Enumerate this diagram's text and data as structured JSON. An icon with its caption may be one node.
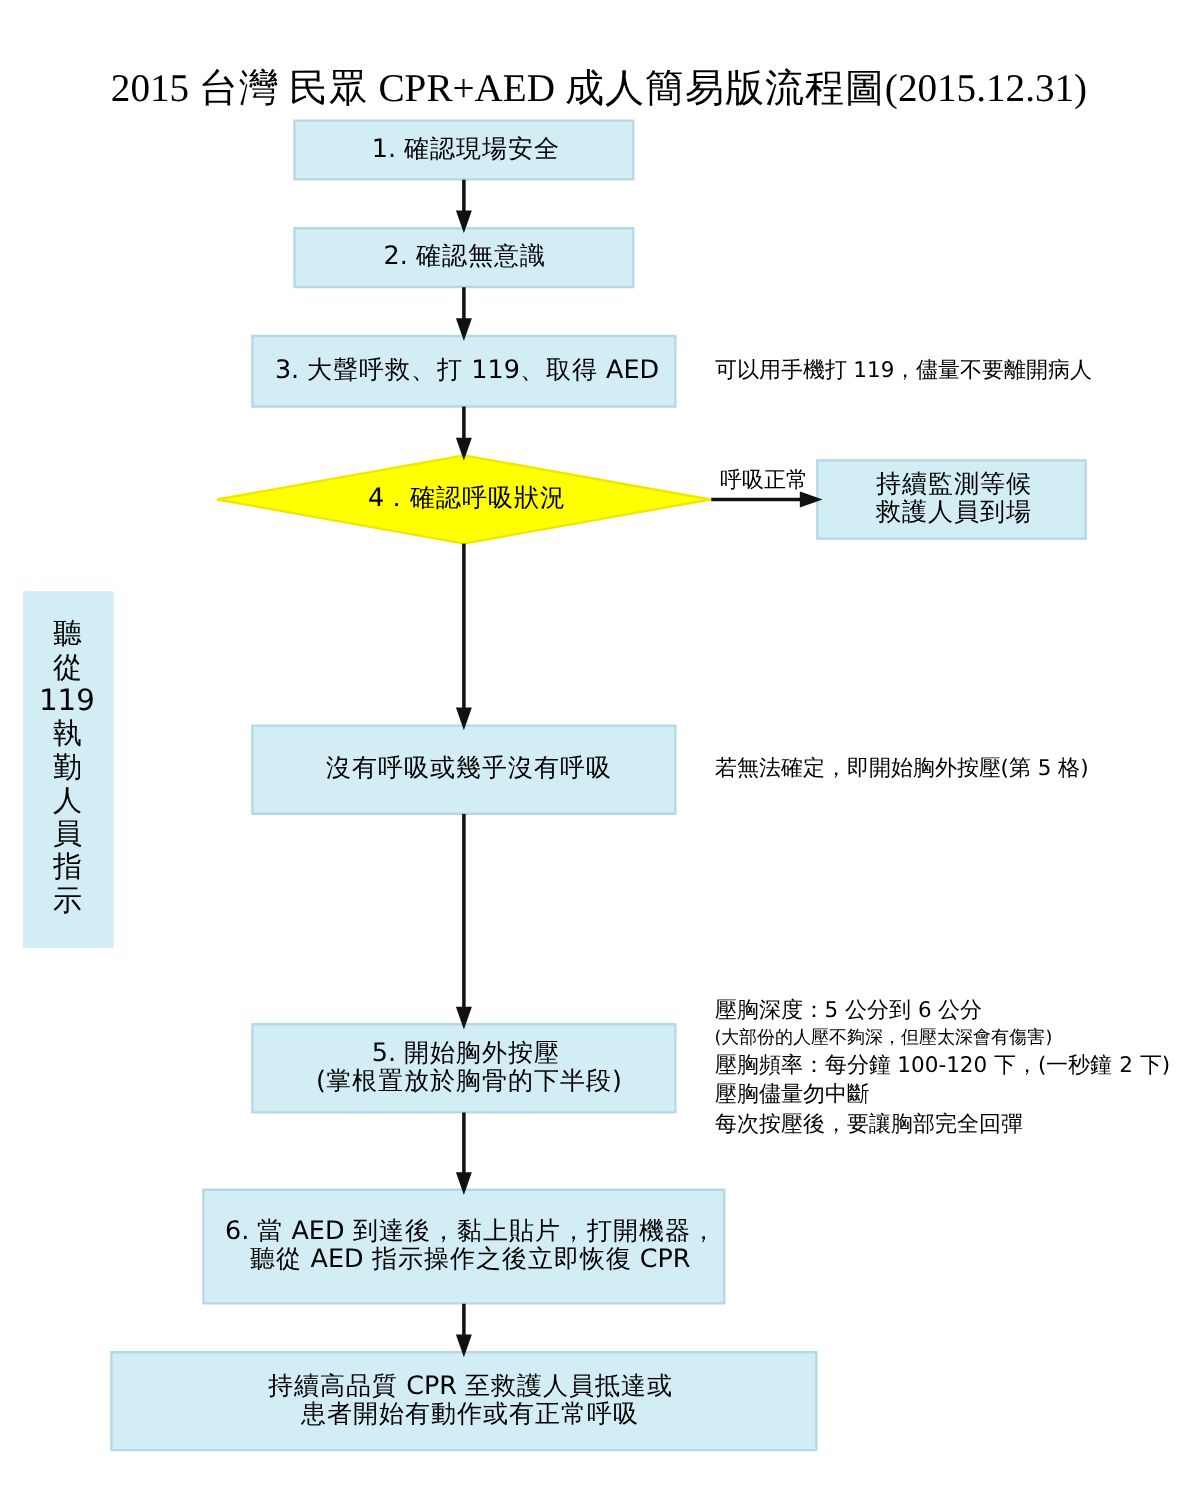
{
  "diagram": {
    "title": "2015 台灣 民眾 CPR+AED 成人簡易版流程圖(2015.12.31)",
    "nodes": [
      {
        "text": [
          "1. 確認現場安全"
        ]
      },
      {
        "text": [
          "2. 確認無意識"
        ]
      },
      {
        "text": [
          "聽從119執勤人員指示"
        ]
      },
      {
        "text": [
          "3. 大聲呼救、打 119、取得 AED"
        ],
        "beside": [
          "可以用手機打 119，儘量不要離開病人"
        ]
      },
      {
        "text": [
          "4．確認呼吸狀況"
        ]
      },
      {
        "text": [
          "持續監測等候救護人員到場"
        ]
      },
      {
        "text": [
          "沒有呼吸或幾乎沒有呼吸"
        ],
        "beside": [
          "若無法確定，即開始胸外按壓(第 5 格)"
        ]
      },
      {
        "text": [
          "5. 開始胸外按壓",
          "(掌根置放於胸骨的下半段)"
        ],
        "beside": [
          "壓胸深度：5 公分到 6 公分",
          "(大部份的人壓不夠深，但壓太深會有傷害)",
          "壓胸頻率：每分鐘 100-120 下，(一秒鐘 2 下)",
          "壓胸儘量勿中斷",
          "每次按壓後，要讓胸部完全回彈"
        ]
      },
      {
        "text": [
          "6. 當 AED 到達後，黏上貼片，打開機器，聽從 AED 指示操作之後立即恢復 CPR"
        ]
      },
      {
        "text": [
          "持續高品質 CPR 至救護人員抵達或患者開始有動作或有正常呼吸"
        ]
      }
    ],
    "edges": [
      {
        "from": 0,
        "to": 1,
        "arrow": "to"
      },
      {
        "from": 1,
        "to": 3,
        "arrow": "to"
      },
      {
        "from": 3,
        "to": 4,
        "arrow": "to"
      },
      {
        "from": 4,
        "to": 5,
        "arrow": "to",
        "label": "呼吸正常"
      },
      {
        "from": 4,
        "to": 6,
        "arrow": "to"
      },
      {
        "from": 6,
        "to": 7,
        "arrow": "to"
      },
      {
        "from": 7,
        "to": 8,
        "arrow": "to"
      },
      {
        "from": 8,
        "to": 9,
        "arrow": "to"
      }
    ]
  }
}
